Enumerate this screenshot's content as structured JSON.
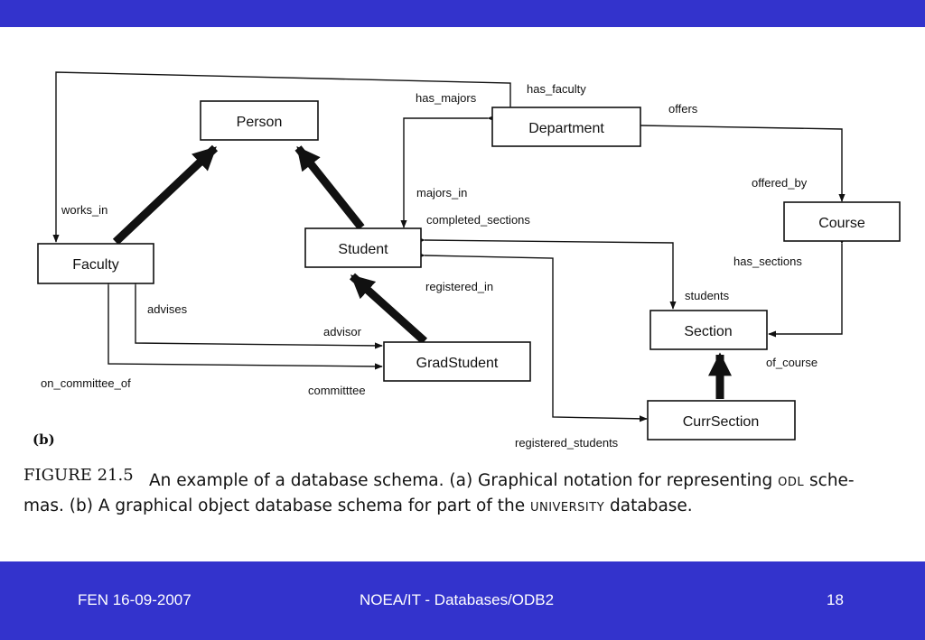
{
  "entities": {
    "person": "Person",
    "department": "Department",
    "course": "Course",
    "faculty": "Faculty",
    "student": "Student",
    "section": "Section",
    "gradstudent": "GradStudent",
    "currsection": "CurrSection"
  },
  "relationships": {
    "has_majors": "has_majors",
    "has_faculty": "has_faculty",
    "offers": "offers",
    "offered_by": "offered_by",
    "works_in": "works_in",
    "majors_in": "majors_in",
    "completed_sections": "completed_sections",
    "has_sections": "has_sections",
    "students": "students",
    "registered_in": "registered_in",
    "advises": "advises",
    "advisor": "advisor",
    "of_course": "of_course",
    "on_committee_of": "on_committee_of",
    "committtee": "committtee",
    "registered_students": "registered_students"
  },
  "subfigure_label": "(b)",
  "caption": {
    "label": "FIGURE 21.5",
    "line1_a": "An example of a database schema. (a) Graphical notation for representing ",
    "line1_sc": "ODL",
    "line1_b": " sche-",
    "line2_a": "mas. (b) A graphical object database schema for part of the ",
    "line2_sc": "UNIVERSITY",
    "line2_b": " database."
  },
  "footer": {
    "left": "FEN 16-09-2007",
    "center": "NOEA/IT - Databases/ODB2",
    "right": "18"
  }
}
